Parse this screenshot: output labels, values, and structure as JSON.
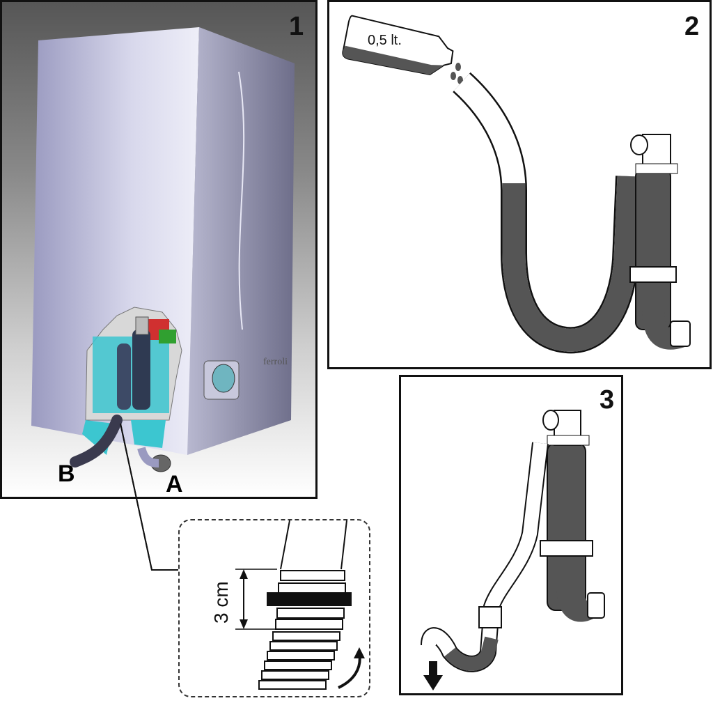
{
  "panel1": {
    "number": "1",
    "label_a": "A",
    "label_b": "B"
  },
  "panel2": {
    "number": "2",
    "bottle_label": "0,5 lt."
  },
  "panel3": {
    "number": "3"
  },
  "detail": {
    "measure": "3 cm"
  },
  "colors": {
    "water": "#555555",
    "outline": "#111111",
    "boiler": "#a7a7c9",
    "accent": "#3cc6d0"
  }
}
